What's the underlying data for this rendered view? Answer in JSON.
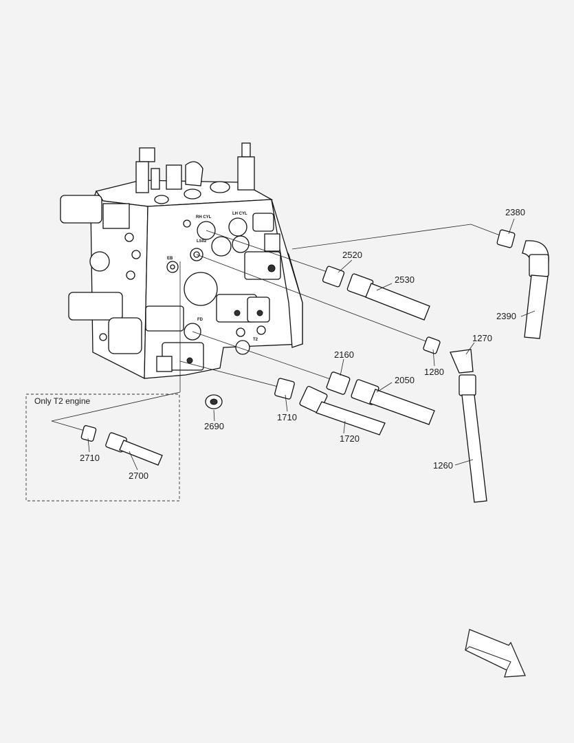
{
  "box": {
    "label": "Only T2 engine"
  },
  "ports": [
    "RH CYL",
    "LH CYL",
    "LS02",
    "EB",
    "FD",
    "T2"
  ],
  "callouts": [
    "2380",
    "2520",
    "2530",
    "2390",
    "1270",
    "1280",
    "2160",
    "2050",
    "1710",
    "1720",
    "1260",
    "2690",
    "2710",
    "2700"
  ],
  "icons": {
    "direction": "direction-arrow-icon"
  }
}
